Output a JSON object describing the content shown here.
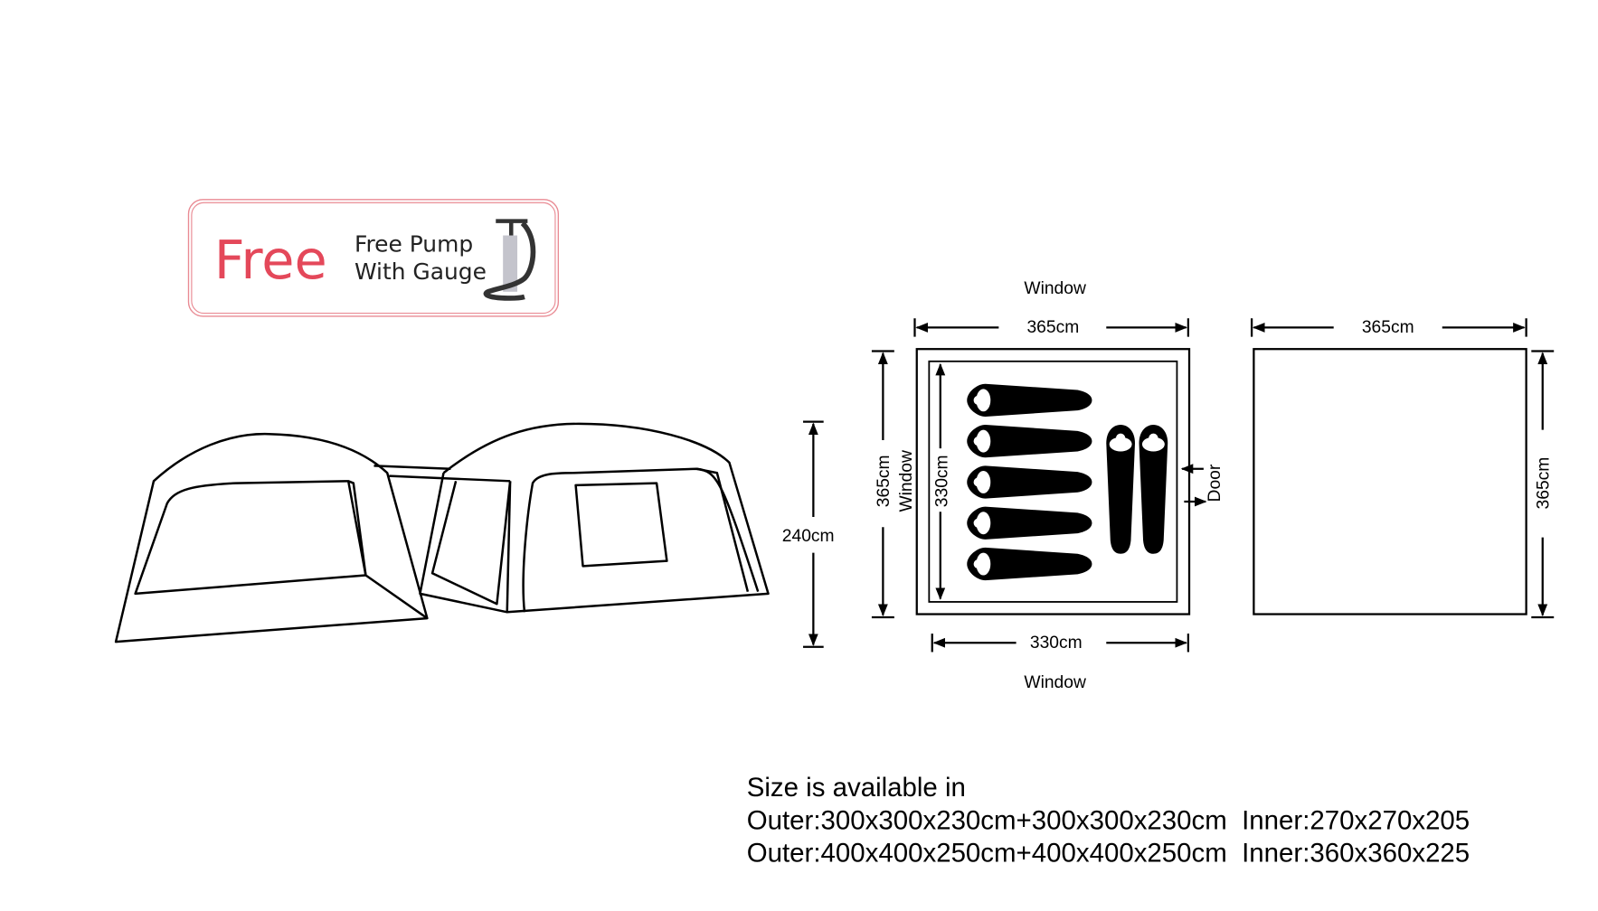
{
  "promo": {
    "badge": "Free",
    "line1": "Free Pump",
    "line2": "With Gauge",
    "accent_color": "#e4485a"
  },
  "tent_height": "240cm",
  "floor_plan": {
    "window_top": "Window",
    "window_bottom": "Window",
    "window_left": "Window",
    "outer_width": "365cm",
    "outer_depth": "365cm",
    "inner_width": "330cm",
    "inner_depth": "330cm",
    "door": "Door"
  },
  "second_plan": {
    "width": "365cm",
    "depth": "365cm"
  },
  "sizes": {
    "heading": "Size is available in",
    "rows": [
      "Outer:300x300x230cm+300x300x230cm  Inner:270x270x205",
      "Outer:400x400x250cm+400x400x250cm  Inner:360x360x225"
    ]
  }
}
